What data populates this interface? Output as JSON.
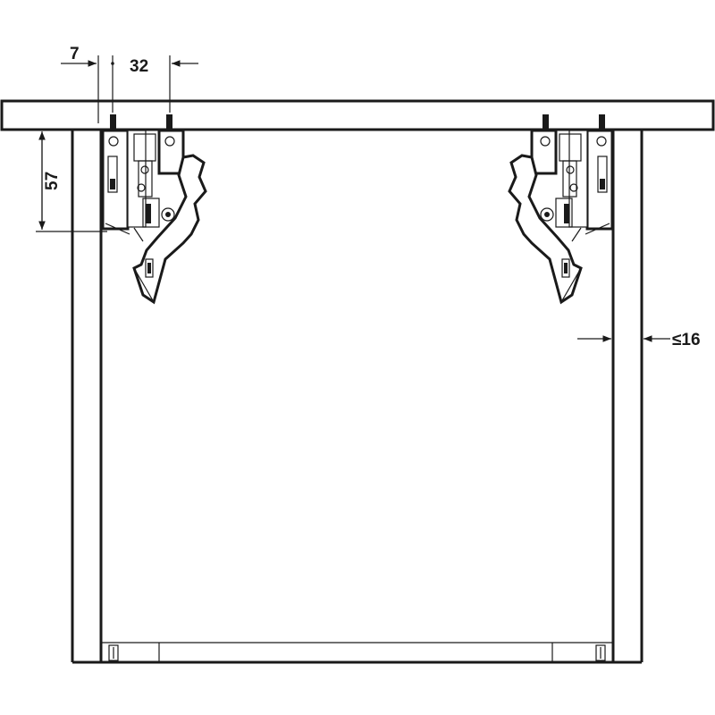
{
  "dimensions": {
    "offset_left": "7",
    "hole_spacing": "32",
    "height": "57",
    "panel_thickness": "≤16"
  },
  "colors": {
    "line": "#1a1a1a",
    "background": "#ffffff"
  }
}
